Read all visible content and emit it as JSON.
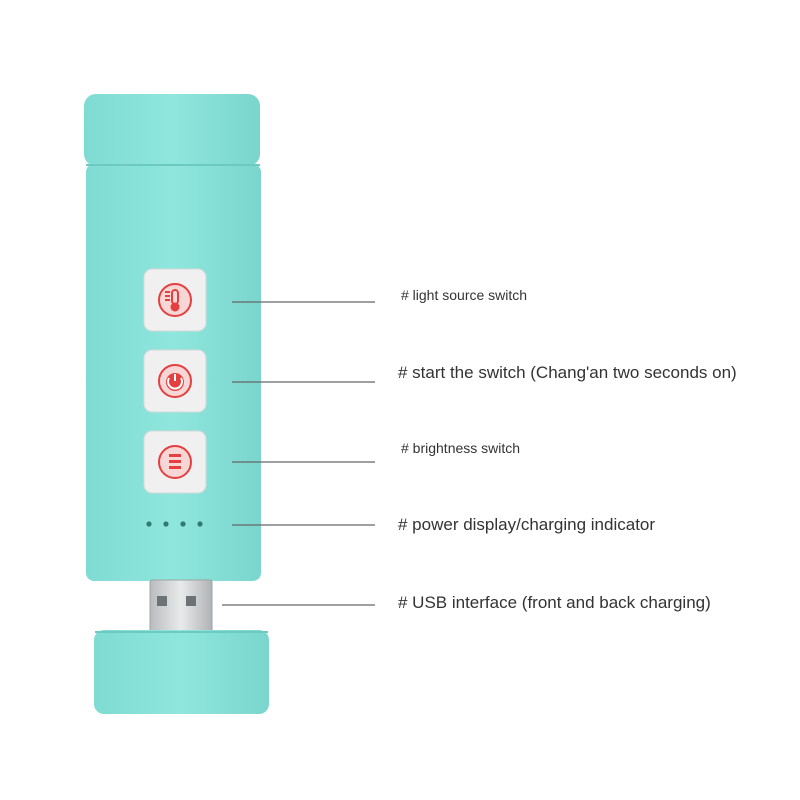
{
  "callouts": [
    {
      "text": "# light source switch"
    },
    {
      "text": "# start the switch (Chang'an two seconds on)"
    },
    {
      "text": "# brightness switch"
    },
    {
      "text": "# power display/charging indicator"
    },
    {
      "text": "# USB interface (front and back charging)"
    }
  ],
  "device": {
    "body_color": "#88e3da",
    "button_color": "#eff0ef",
    "icon_color": "#e63f3f",
    "indicator_count": 4,
    "icons": [
      "thermometer-light-icon",
      "power-icon",
      "brightness-bars-icon"
    ]
  }
}
